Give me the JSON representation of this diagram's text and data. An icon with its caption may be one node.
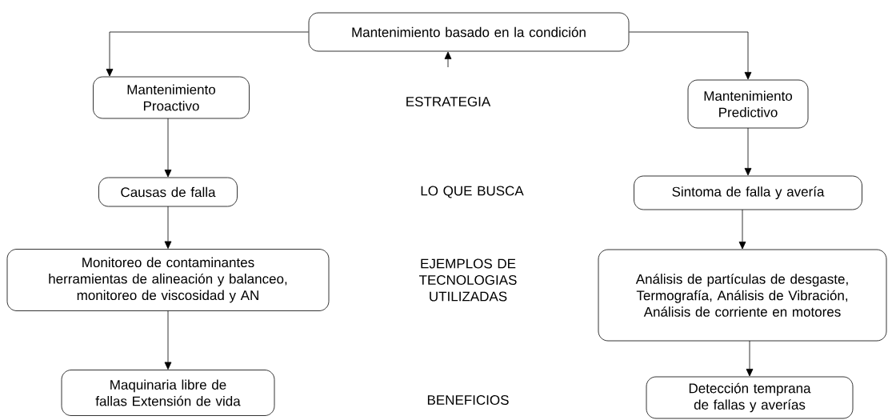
{
  "diagram": {
    "nodes": [
      {
        "text": [
          "Mantenimiento basado en la condición"
        ]
      },
      {
        "text": [
          "Mantenimiento Proactivo"
        ]
      },
      {
        "text": [
          "Mantenimiento Predictivo"
        ]
      },
      {
        "text": [
          "Causas de falla"
        ]
      },
      {
        "text": [
          "Sintoma de falla y avería"
        ]
      },
      {
        "text": [
          "Monitoreo de contaminantes herramientas de alineación y balanceo, monitoreo de viscosidad y AN"
        ]
      },
      {
        "text": [
          "Análisis de partículas de desgaste, Termografía, Análisis de Vibración, Análisis de corriente en motores"
        ]
      },
      {
        "text": [
          "Maquinaria libre de fallas Extensión de vida"
        ]
      },
      {
        "text": [
          "Detección temprana de fallas y averías"
        ]
      }
    ],
    "edges": [
      {
        "from": 0,
        "to": 1,
        "arrow": "to"
      },
      {
        "from": 0,
        "to": 2,
        "arrow": "to"
      },
      {
        "from": 1,
        "to": 3,
        "arrow": "to"
      },
      {
        "from": 3,
        "to": 5,
        "arrow": "to"
      },
      {
        "from": 5,
        "to": 7,
        "arrow": "to"
      },
      {
        "from": 2,
        "to": 4,
        "arrow": "to"
      },
      {
        "from": 4,
        "to": 6,
        "arrow": "to"
      },
      {
        "from": 6,
        "to": 8,
        "arrow": "to"
      },
      {
        "from": null,
        "to": 0,
        "arrow": "to"
      }
    ],
    "labels": [
      "ESTRATEGIA",
      "LO QUE BUSCA",
      "EJEMPLOS DE TECNOLOGIAS UTILIZADAS",
      "BENEFICIOS"
    ]
  }
}
